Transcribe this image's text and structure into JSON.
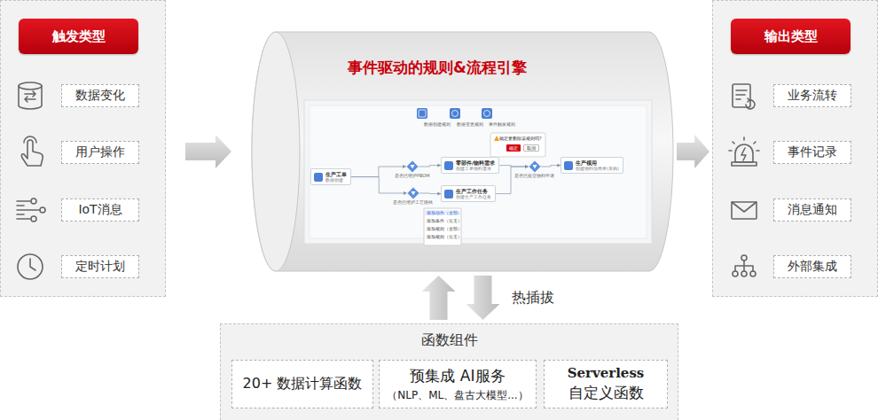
{
  "diagram": {
    "nodes": [
      {
        "text": [
          "触发类型"
        ]
      },
      {
        "text": [
          "数据变化"
        ],
        "in": 0
      },
      {
        "text": [
          "用户操作"
        ],
        "in": 0
      },
      {
        "text": [
          "IoT消息"
        ],
        "in": 0
      },
      {
        "text": [
          "定时计划"
        ],
        "in": 0
      },
      {
        "text": [
          "事件驱动的规则&流程引擎"
        ]
      },
      {
        "text": [
          "生产工单",
          "数据创建"
        ],
        "in": 5
      },
      {
        "text": [
          "是否已维护PBOM"
        ],
        "in": 5
      },
      {
        "text": [
          "零部件/物料需求",
          "创建工单物料需求"
        ],
        "in": 5
      },
      {
        "text": [
          "是否已维护工艺路线"
        ],
        "in": 5
      },
      {
        "text": [
          "生产工作任务",
          "创建生产工作任务"
        ],
        "in": 5
      },
      {
        "text": [
          "是否已提交物料申请"
        ],
        "in": 5
      },
      {
        "text": [
          "生产领用",
          "创建物料领用单(采购)"
        ],
        "in": 5
      },
      {
        "text": [
          "输出类型"
        ]
      },
      {
        "text": [
          "业务流转"
        ],
        "in": 13
      },
      {
        "text": [
          "事件记录"
        ],
        "in": 13
      },
      {
        "text": [
          "消息通知"
        ],
        "in": 13
      },
      {
        "text": [
          "外部集成"
        ],
        "in": 13
      },
      {
        "text": [
          "函数组件"
        ]
      },
      {
        "text": [
          "20+ 数据计算函数"
        ],
        "in": 18
      },
      {
        "text": [
          "预集成 AI服务",
          "（NLP、ML、盘古大模型...）"
        ],
        "in": 18
      },
      {
        "text": [
          "Serverless",
          "自定义函数"
        ],
        "in": 18
      }
    ],
    "edges": [
      {
        "from": 0,
        "to": 5,
        "arrow": "to"
      },
      {
        "from": 5,
        "to": 13,
        "arrow": "to"
      },
      {
        "from": 18,
        "to": 5,
        "arrow": "to"
      },
      {
        "from": 5,
        "to": 18,
        "arrow": "to",
        "label": "热插拔"
      },
      {
        "from": 6,
        "to": 7,
        "arrow": "to"
      },
      {
        "from": 7,
        "to": 8,
        "arrow": "to"
      },
      {
        "from": 6,
        "to": 9,
        "arrow": "to"
      },
      {
        "from": 9,
        "to": 10,
        "arrow": "to"
      },
      {
        "from": 8,
        "to": 11,
        "arrow": "to"
      },
      {
        "from": 10,
        "to": 11,
        "arrow": "to"
      },
      {
        "from": 11,
        "to": 12,
        "arrow": "to"
      }
    ],
    "labels": [
      "数据创建规则",
      "数据变更规则",
      "事件触发规则",
      "确定要删除该规则吗?",
      "确定",
      "取消",
      "添加动作（全部）",
      "添加条件（分支）",
      "添加规则（全部）",
      "添加规则（分支）"
    ]
  }
}
